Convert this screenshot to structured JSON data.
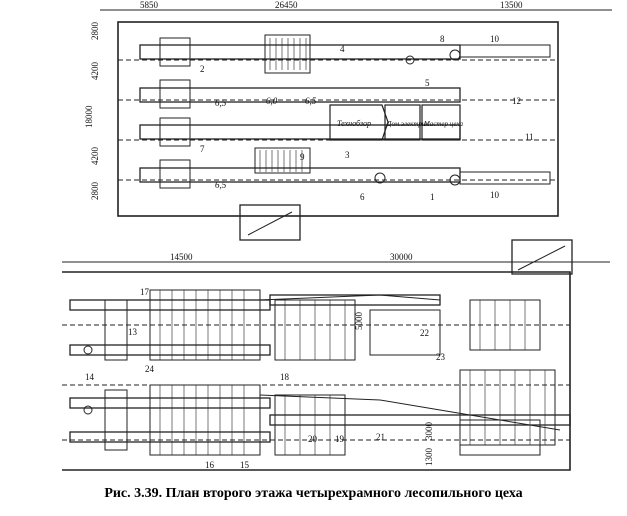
{
  "caption": "Рис. 3.39. План второго этажа четырехрамного лесопильного цеха",
  "top_plan": {
    "dims": [
      "5850",
      "26450",
      "13500"
    ],
    "vertical_dims": [
      "2800",
      "4200",
      "18000",
      "4200",
      "2800"
    ],
    "room_labels": [
      "Технобзор",
      "Дом.электрик",
      "Мастер цеха"
    ],
    "markers": [
      "1",
      "2",
      "3",
      "4",
      "5",
      "6",
      "7",
      "8",
      "9",
      "10",
      "11",
      "12"
    ],
    "elevations": [
      "6,5",
      "6,5",
      "6,0",
      "6,5"
    ]
  },
  "bottom_plan": {
    "dims": [
      "14500",
      "30000"
    ],
    "vertical_dims": [
      "5000",
      "3000",
      "1300"
    ],
    "markers": [
      "13",
      "14",
      "15",
      "16",
      "17",
      "18",
      "19",
      "20",
      "21",
      "22",
      "23",
      "24"
    ]
  }
}
